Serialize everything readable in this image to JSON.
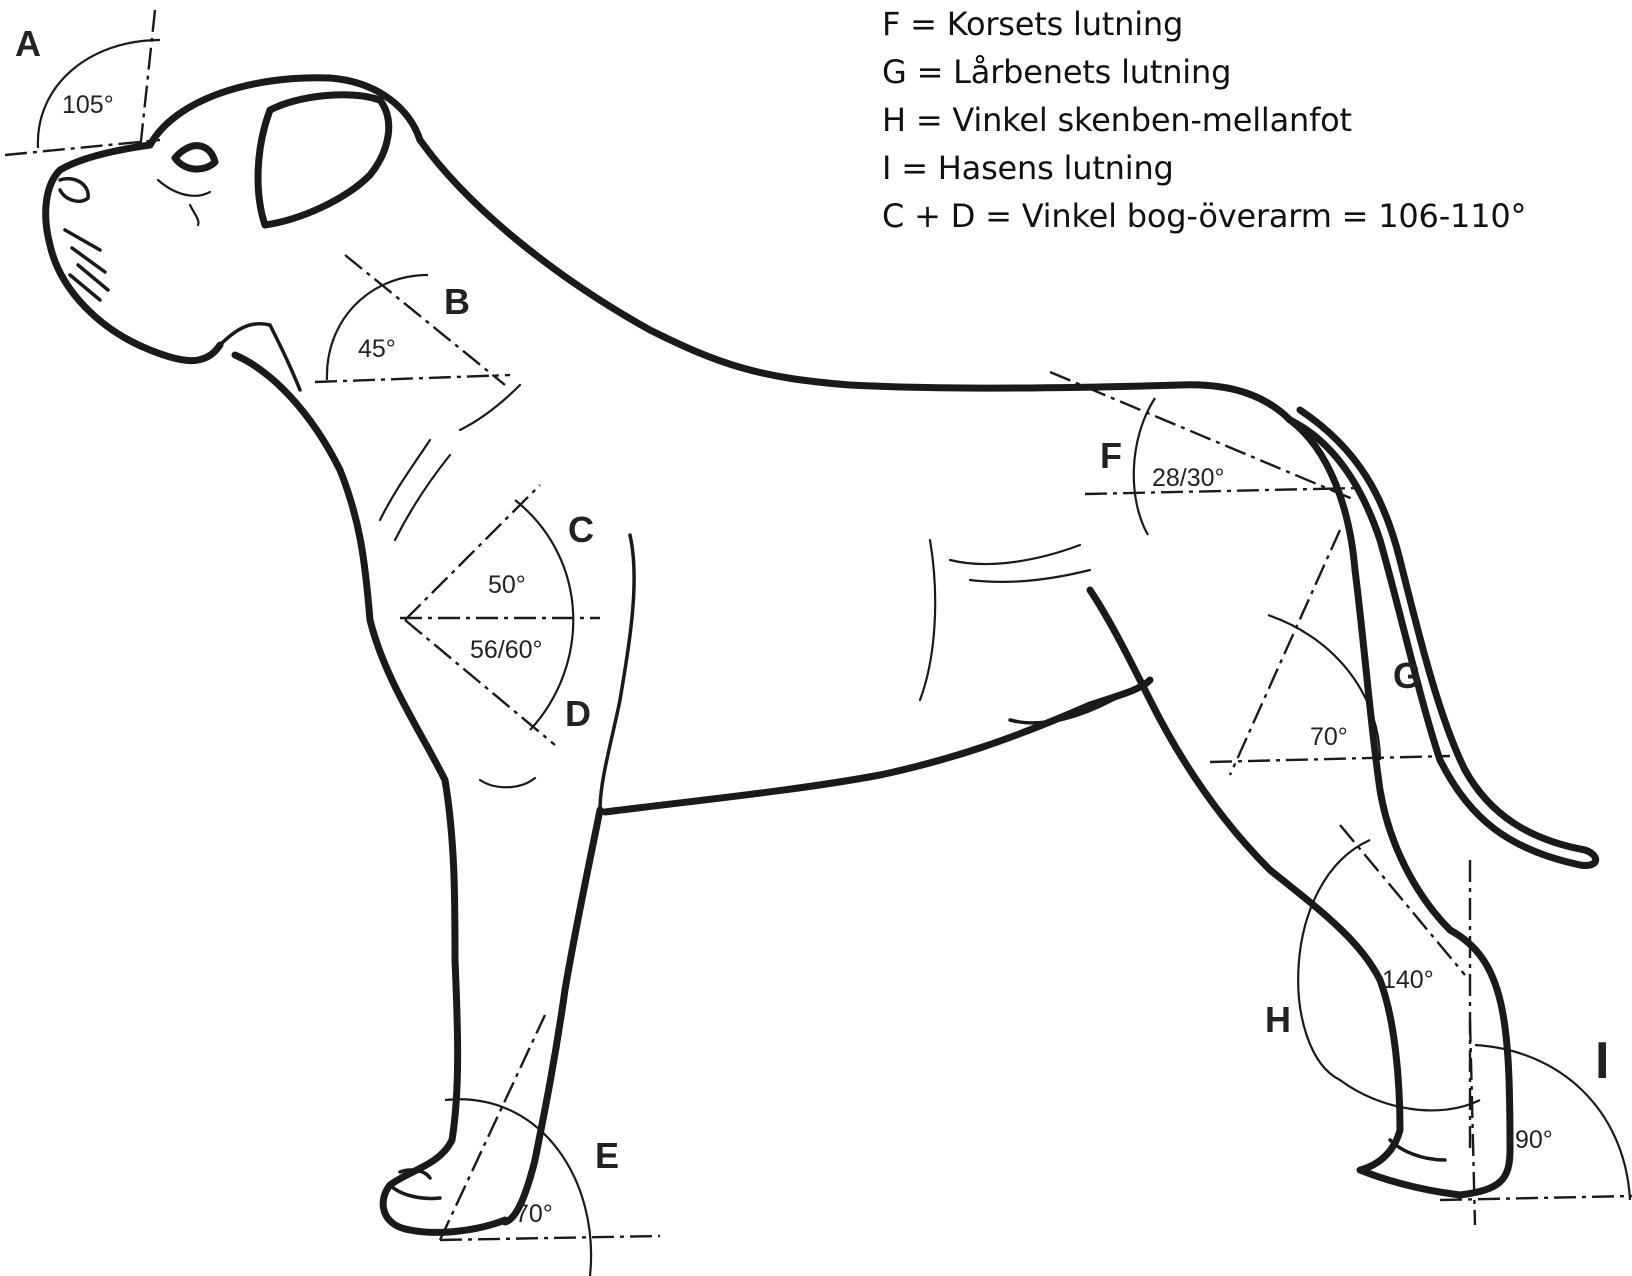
{
  "legend": [
    "F = Korsets lutning",
    "G = Lårbenets lutning",
    "H = Vinkel skenben-mellanfot",
    "I = Hasens lutning",
    "C + D = Vinkel bog-överarm = 106-110°"
  ],
  "labels": {
    "A": "A",
    "B": "B",
    "C": "C",
    "D": "D",
    "E": "E",
    "F": "F",
    "G": "G",
    "H": "H",
    "I": "I"
  },
  "angles": {
    "A": "105°",
    "B": "45°",
    "C": "50°",
    "D": "56/60°",
    "E": "70°",
    "F": "28/30°",
    "G": "70°",
    "H": "140°",
    "I": "90°"
  }
}
